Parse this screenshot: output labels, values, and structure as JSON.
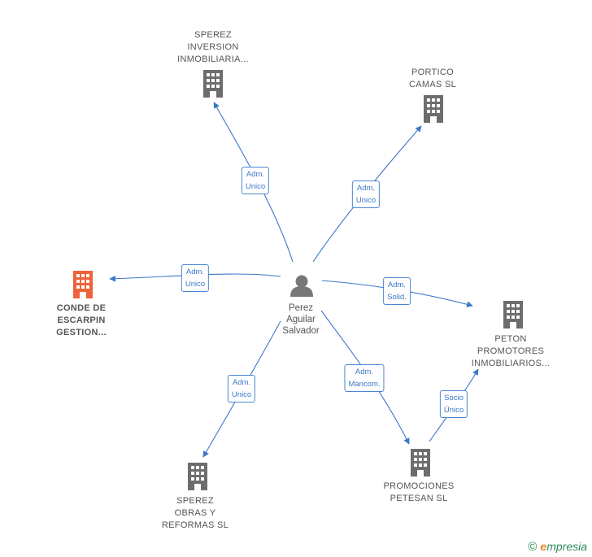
{
  "center": {
    "lines": [
      "Perez",
      "Aguilar",
      "Salvador"
    ],
    "icon": "person-icon"
  },
  "companies": [
    {
      "id": "sperez-inversion",
      "lines": [
        "SPEREZ",
        "INVERSION",
        "INMOBILIARIA..."
      ],
      "icon": "building-icon",
      "color": "#6d6d6d"
    },
    {
      "id": "portico",
      "lines": [
        "PORTICO",
        "CAMAS  SL"
      ],
      "icon": "building-icon",
      "color": "#6d6d6d"
    },
    {
      "id": "conde",
      "lines": [
        "CONDE DE",
        "ESCARPIN",
        "GESTION..."
      ],
      "icon": "building-icon",
      "color": "#f0623a",
      "focus": true
    },
    {
      "id": "peton",
      "lines": [
        "PETON",
        "PROMOTORES",
        "INMOBILIARIOS..."
      ],
      "icon": "building-icon",
      "color": "#6d6d6d"
    },
    {
      "id": "promociones",
      "lines": [
        "PROMOCIONES",
        "PETESAN  SL"
      ],
      "icon": "building-icon",
      "color": "#6d6d6d"
    },
    {
      "id": "sperez-obras",
      "lines": [
        "SPEREZ",
        "OBRAS Y",
        "REFORMAS SL"
      ],
      "icon": "building-icon",
      "color": "#6d6d6d"
    }
  ],
  "edges": [
    {
      "id": "e1",
      "lines": [
        "Adm.",
        "Unico"
      ]
    },
    {
      "id": "e2",
      "lines": [
        "Adm.",
        "Unico"
      ]
    },
    {
      "id": "e3",
      "lines": [
        "Adm.",
        "Unico"
      ]
    },
    {
      "id": "e4",
      "lines": [
        "Adm.",
        "Solid."
      ]
    },
    {
      "id": "e5",
      "lines": [
        "Adm.",
        "Mancom."
      ]
    },
    {
      "id": "e6",
      "lines": [
        "Adm.",
        "Unico"
      ]
    },
    {
      "id": "e7",
      "lines": [
        "Socio",
        "Único"
      ]
    }
  ],
  "brand": {
    "copyright": "©",
    "initial": "e",
    "rest": "mpresia"
  },
  "colors": {
    "edge": "#3b78c8",
    "node": "#6d6d6d",
    "focus": "#f0623a"
  }
}
